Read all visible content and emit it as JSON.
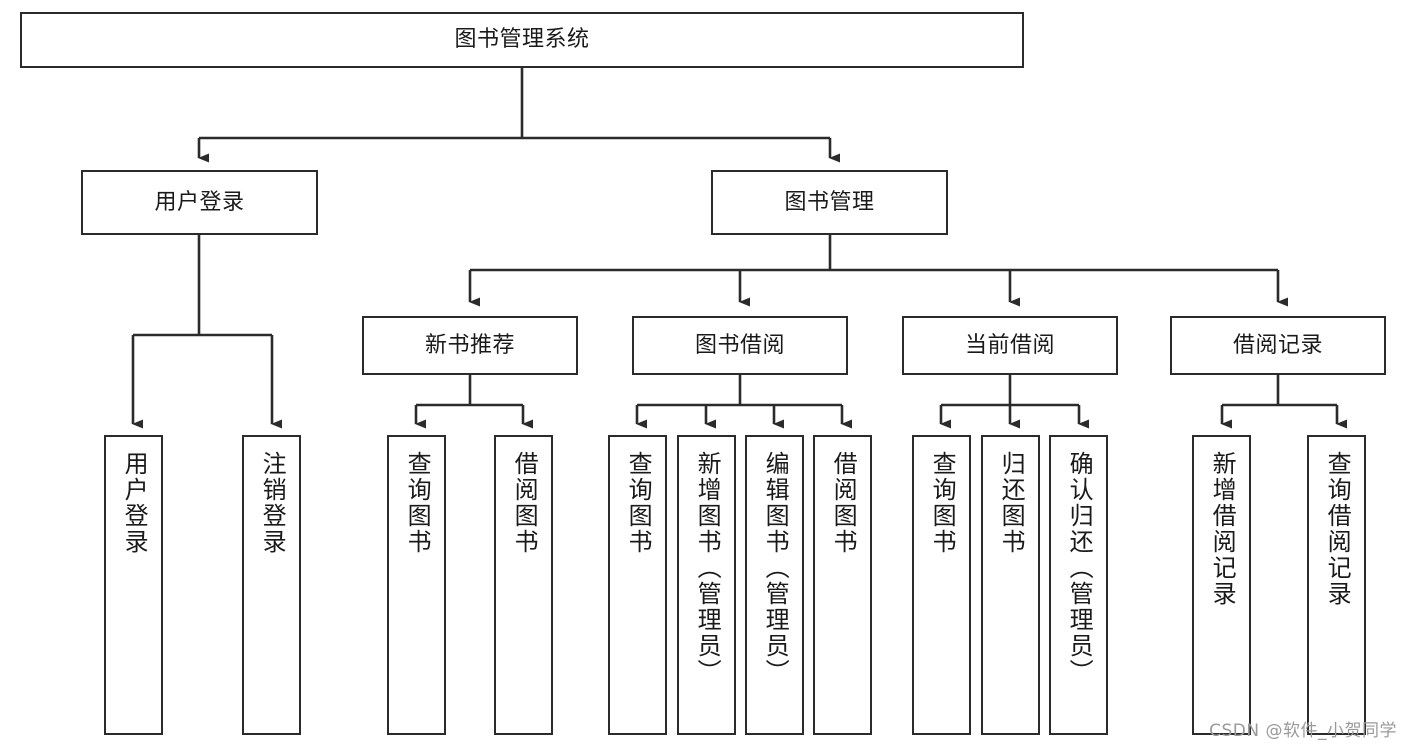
{
  "diagram": {
    "title": "图书管理系统",
    "type": "tree-structure-chart",
    "line_color": "#2b2b2b",
    "box_fill": "#ffffff",
    "text_color": "#1a1a1a"
  },
  "root": {
    "label": "图书管理系统"
  },
  "level2": [
    {
      "label": "用户登录"
    },
    {
      "label": "图书管理"
    }
  ],
  "level3": [
    {
      "label": "新书推荐"
    },
    {
      "label": "图书借阅"
    },
    {
      "label": "当前借阅"
    },
    {
      "label": "借阅记录"
    }
  ],
  "leaves": {
    "user_login": [
      {
        "label": "用户登录"
      },
      {
        "label": "注销登录"
      }
    ],
    "new_book_recommend": [
      {
        "label": "查询图书"
      },
      {
        "label": "借阅图书"
      }
    ],
    "book_borrow": [
      {
        "label": "查询图书"
      },
      {
        "label": "新增图书（管理员）"
      },
      {
        "label": "编辑图书（管理员）"
      },
      {
        "label": "借阅图书"
      }
    ],
    "current_borrow": [
      {
        "label": "查询图书"
      },
      {
        "label": "归还图书"
      },
      {
        "label": "确认归还（管理员）"
      }
    ],
    "borrow_record": [
      {
        "label": "新增借阅记录"
      },
      {
        "label": "查询借阅记录"
      }
    ]
  },
  "watermark": {
    "text": "CSDN @软件_小贺同学"
  }
}
